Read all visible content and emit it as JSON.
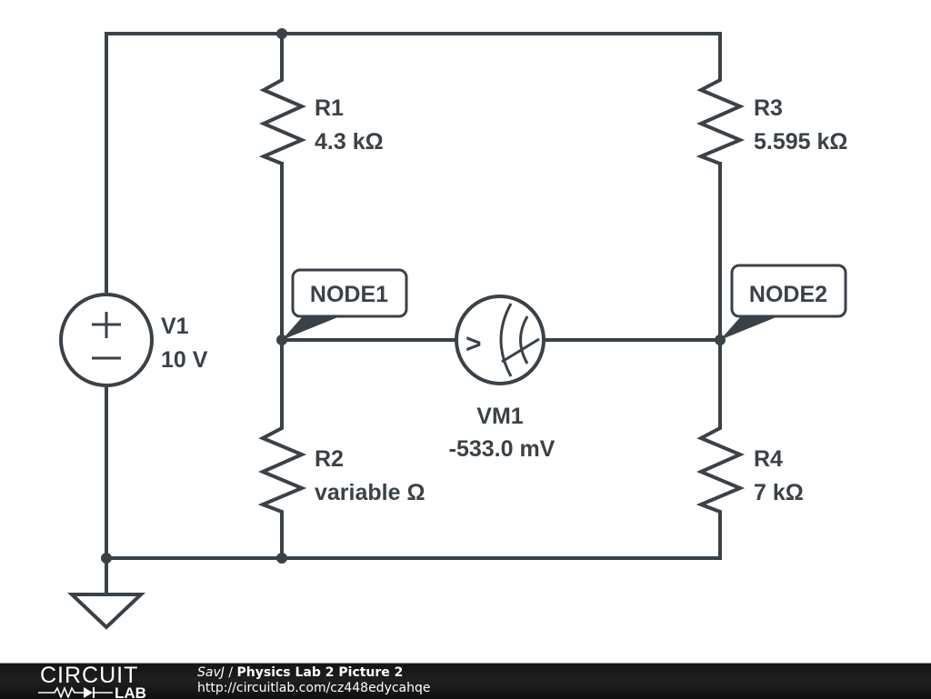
{
  "colors": {
    "ink": "#3a4248",
    "footer_bg": "#1a1a1a",
    "footer_text": "#ffffff"
  },
  "components": {
    "V1": {
      "name": "V1",
      "value": "10 V",
      "plus_glyph": "+",
      "minus_glyph": "−"
    },
    "R1": {
      "name": "R1",
      "value": "4.3 kΩ"
    },
    "R2": {
      "name": "R2",
      "value": "variable Ω"
    },
    "R3": {
      "name": "R3",
      "value": "5.595 kΩ"
    },
    "R4": {
      "name": "R4",
      "value": "7 kΩ"
    },
    "VM1": {
      "name": "VM1",
      "value": "-533.0 mV",
      "glyph": ">"
    }
  },
  "nodes": {
    "node1": "NODE1",
    "node2": "NODE2"
  },
  "footer": {
    "logo_top": "CIRCUIT",
    "logo_bottom": "LAB",
    "author": "SavJ",
    "separator": " / ",
    "title": "Physics Lab 2 Picture 2",
    "url": "http://circuitlab.com/cz448edycahqe"
  }
}
